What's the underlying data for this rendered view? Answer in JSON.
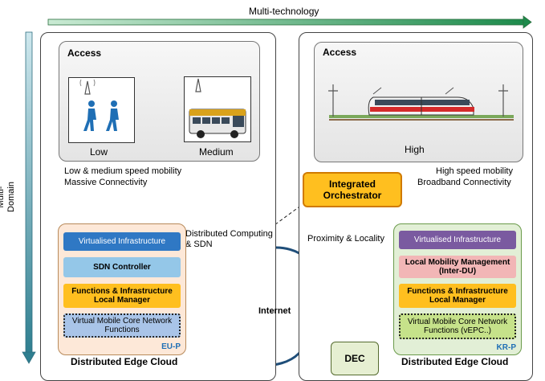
{
  "axes": {
    "horizontal": "Multi-technology",
    "vertical": "Multi-Domain"
  },
  "left": {
    "access_title": "Access",
    "low_label": "Low",
    "medium_label": "Medium",
    "caption_line1": "Low & medium speed mobility",
    "caption_line2": "Massive Connectivity",
    "distributed_line1": "Distributed Computing",
    "distributed_line2": "& SDN",
    "layers": {
      "virt_infra": "Virtualised Infrastructure",
      "sdn": "SDN Controller",
      "fil_line1": "Functions & Infrastructure",
      "fil_line2": "Local Manager",
      "vmcn_line1": "Virtual Mobile Core Network",
      "vmcn_line2": "Functions"
    },
    "node_tag": "EU-P",
    "cloud_label": "Distributed Edge Cloud"
  },
  "right": {
    "access_title": "Access",
    "high_label": "High",
    "caption_line1": "High speed mobility",
    "caption_line2": "Broadband Connectivity",
    "layers": {
      "virt_infra": "Virtualised Infrastructure",
      "lmm_line1": "Local Mobility Management",
      "lmm_line2": "(Inter-DU)",
      "fil_line1": "Functions & Infrastructure",
      "fil_line2": "Local Manager",
      "vmcn_line1": "Virtual Mobile Core Network",
      "vmcn_line2": "Functions (vEPC..)"
    },
    "node_tag": "KR-P",
    "cloud_label": "Distributed Edge Cloud"
  },
  "center": {
    "orch_line1": "Integrated",
    "orch_line2": "Orchestrator",
    "proximity": "Proximity & Locality",
    "internet": "Internet",
    "dec": "DEC"
  },
  "colors": {
    "axis_arrow": "#1d8b4c",
    "axis_arrow_vertical": "#2f7f90",
    "orchestrator": "#ffbf1f",
    "virt_infra_left": "#2f78c4",
    "virt_infra_right": "#7a5aa0",
    "sdn": "#94c7e8",
    "lmm": "#f2b6b6",
    "fil": "#ffbf1f",
    "vmcn_left": "#a9c4e8",
    "vmcn_right": "#c6e28a",
    "cloud_stroke": "#1f4e79",
    "link_red": "#e03030"
  }
}
